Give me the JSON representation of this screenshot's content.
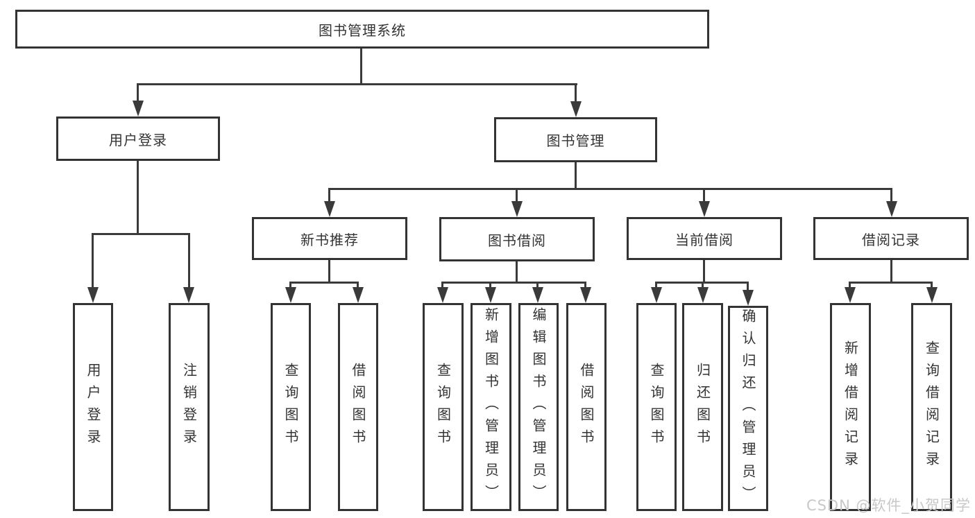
{
  "diagram": {
    "root": "图书管理系统",
    "hierarchy": [
      {
        "label": "用户登录",
        "children": [
          {
            "label": "用户登录"
          },
          {
            "label": "注销登录"
          }
        ]
      },
      {
        "label": "图书管理",
        "children": [
          {
            "label": "新书推荐",
            "children": [
              {
                "label": "查询图书"
              },
              {
                "label": "借阅图书"
              }
            ]
          },
          {
            "label": "图书借阅",
            "children": [
              {
                "label": "查询图书"
              },
              {
                "label": "新增图书（管理员）"
              },
              {
                "label": "编辑图书（管理员）"
              },
              {
                "label": "借阅图书"
              }
            ]
          },
          {
            "label": "当前借阅",
            "children": [
              {
                "label": "查询图书"
              },
              {
                "label": "归还图书"
              },
              {
                "label": "确认归还（管理员）"
              }
            ]
          },
          {
            "label": "借阅记录",
            "children": [
              {
                "label": "新增借阅记录"
              },
              {
                "label": "查询借阅记录"
              }
            ]
          }
        ]
      }
    ]
  },
  "watermark": {
    "text": "CSDN @软件_小贺同学"
  },
  "colors": {
    "line": "#3a3a3a",
    "box_border": "#333333",
    "text": "#333333",
    "watermark": "#c8c8c8",
    "background": "#ffffff"
  }
}
